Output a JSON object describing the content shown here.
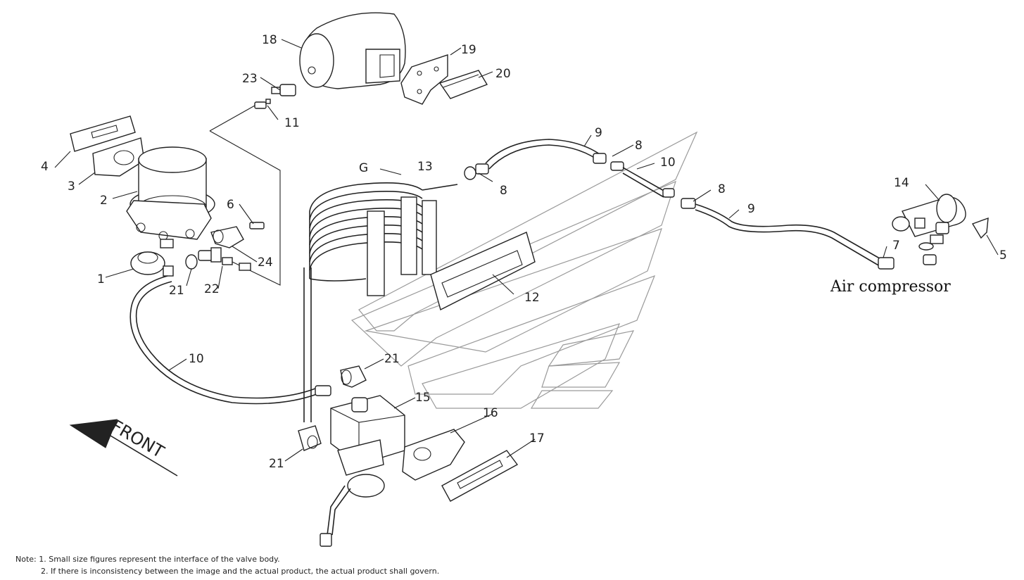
{
  "labels": {
    "l1": "1",
    "l2": "2",
    "l3": "3",
    "l4": "4",
    "l5": "5",
    "l6": "6",
    "l7": "7",
    "l8a": "8",
    "l8b": "8",
    "l8c": "8",
    "l9a": "9",
    "l9b": "9",
    "l10a": "10",
    "l10b": "10",
    "l11": "11",
    "l12": "12",
    "l13": "13",
    "l14": "14",
    "l15": "15",
    "l16": "16",
    "l17": "17",
    "l18": "18",
    "l19": "19",
    "l20": "20",
    "l21a": "21",
    "l21b": "21",
    "l21c": "21",
    "l22": "22",
    "l23": "23",
    "l24": "24",
    "g": "G"
  },
  "air_compressor": "Air compressor",
  "front": "FRONT",
  "notes": {
    "line1": "Note: 1. Small size figures represent the interface of the valve body.",
    "line2": "2. If there is inconsistency between the image and the actual product, the actual product shall govern."
  }
}
